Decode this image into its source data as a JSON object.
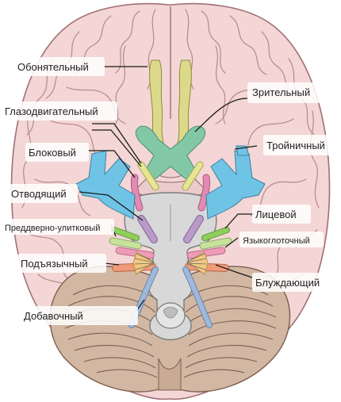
{
  "labels": {
    "olfactory": "Обонятельный",
    "optic": "Зрительный",
    "oculomotor": "Глазодвигательный",
    "trochlear": "Блоковый",
    "trigeminal": "Тройничный",
    "abducens": "Отводящий",
    "facial": "Лицевой",
    "vestibulocochlear": "Преддверно-улитковый",
    "glossopharyngeal": "Языкоглоточный",
    "hypoglossal": "Подъязычный",
    "vagus": "Блуждающий",
    "accessory": "Добавочный"
  },
  "colors": {
    "background": "#ffffff",
    "cortex": "#f3d6d5",
    "cortex_outline": "#a07075",
    "brainstem": "#d8d8d8",
    "cerebellum": "#d2b8a3",
    "olfactory": "#dcd98a",
    "optic": "#82c8a6",
    "oculomotor": "#e6e592",
    "trochlear": "#e28ab3",
    "trigeminal": "#6fc4e6",
    "abducens": "#b99ac9",
    "facial": "#8fce5c",
    "vestibulocochlear": "#c7e39a",
    "glossopharyngeal": "#ef9bb7",
    "vagus": "#f3c97f",
    "hypoglossal": "#ef9b7a",
    "accessory": "#9fb9dc"
  }
}
